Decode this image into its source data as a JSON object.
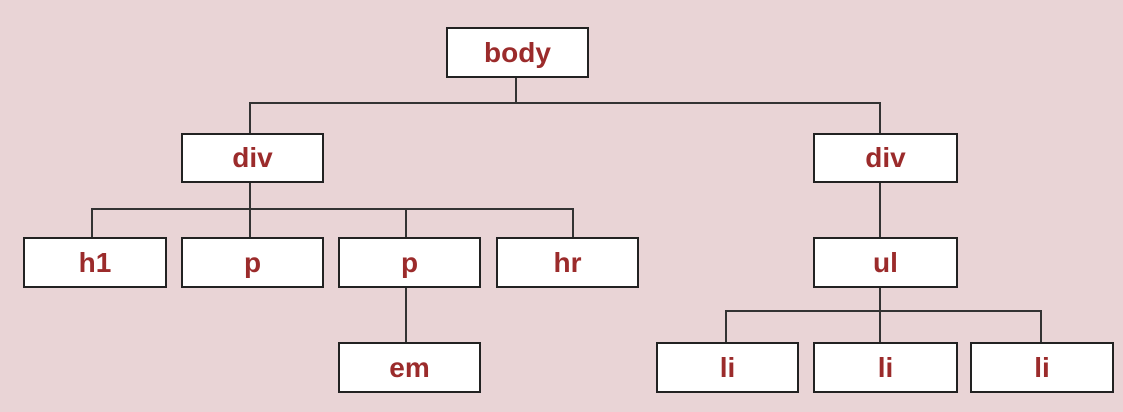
{
  "diagram": {
    "colors": {
      "background": "#e9d4d6",
      "node_fill": "#ffffff",
      "node_border": "#222222",
      "node_text": "#9b2b2b",
      "connector": "#333333"
    },
    "nodes": {
      "body": "body",
      "div_left": "div",
      "div_right": "div",
      "h1": "h1",
      "p_1": "p",
      "p_2": "p",
      "hr": "hr",
      "em": "em",
      "ul": "ul",
      "li_1": "li",
      "li_2": "li",
      "li_3": "li"
    }
  }
}
